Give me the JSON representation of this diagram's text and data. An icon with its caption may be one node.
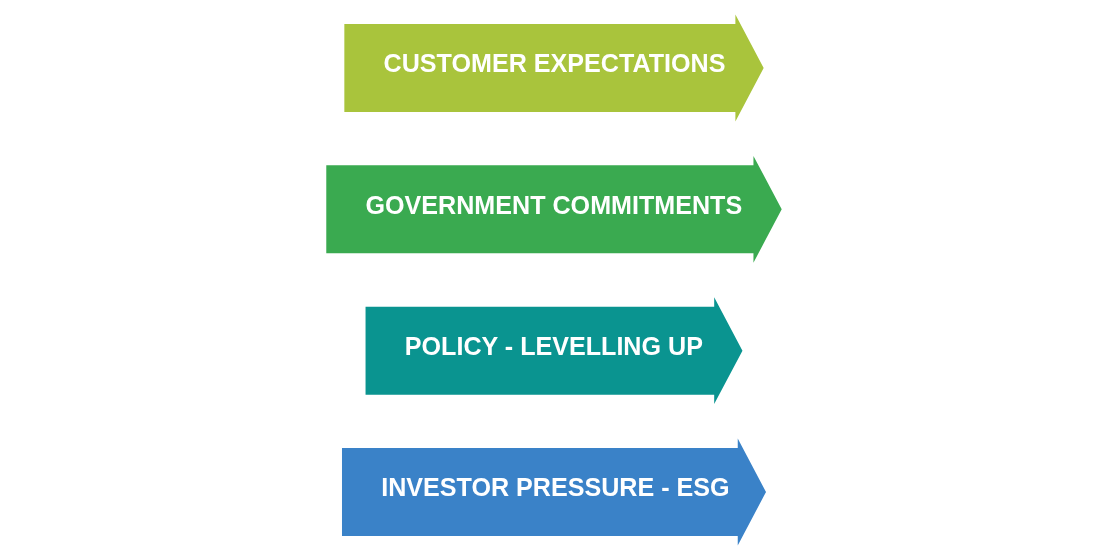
{
  "diagram": {
    "nodes": [
      {
        "text": [
          "INVESTOR PRESSURE - ESG"
        ]
      },
      {
        "text": [
          "POLICY - LEVELLING UP"
        ]
      },
      {
        "text": [
          "GOVERNMENT COMMITMENTS"
        ]
      },
      {
        "text": [
          "CUSTOMER EXPECTATIONS"
        ]
      }
    ]
  }
}
